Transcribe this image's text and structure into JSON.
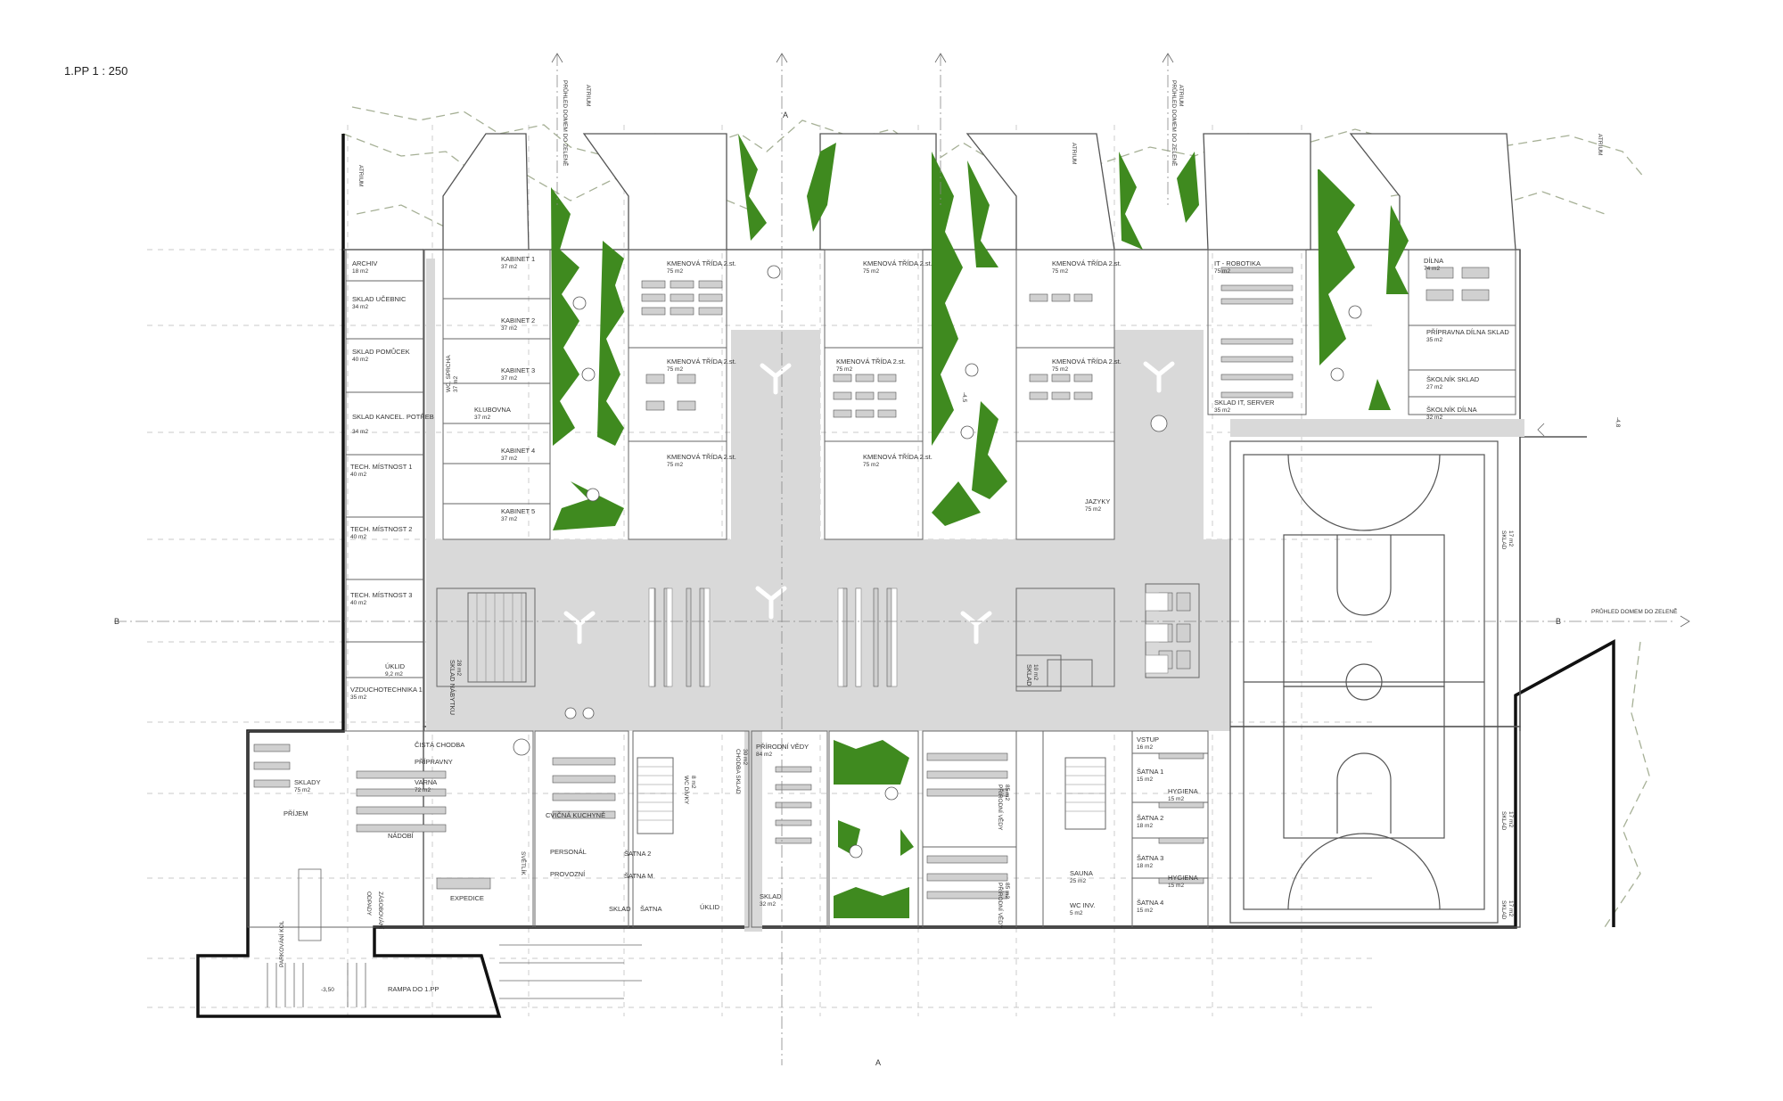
{
  "title": "1.PP 1 : 250",
  "sections": {
    "a_mark": "A",
    "b_mark": "B",
    "view_right": "PRŮHLED DOMEM DO ZELENĚ",
    "view_top_1": "PRŮHLED DOMEM DO ZELENĚ",
    "view_top_2": "PRŮHLED DOMEM DO ZELENĚ",
    "level_right": "-4,8",
    "level_ramp": "-3,50",
    "level_mid": "-4,5"
  },
  "colors": {
    "green": "#3f8a1f",
    "corridor": "#d9d9d9",
    "wall": "#111111",
    "line": "#777777",
    "dash": "#9aa58a"
  },
  "rooms": [
    {
      "name": "ARCHIV",
      "area": "18 m2"
    },
    {
      "name": "SKLAD UČEBNIC",
      "area": "34 m2"
    },
    {
      "name": "SKLAD POMŮCEK",
      "area": "40 m2"
    },
    {
      "name": "SKLAD KANCEL. POTŘEB",
      "area": "34 m2"
    },
    {
      "name": "TECH. MÍSTNOST 1",
      "area": "40 m2"
    },
    {
      "name": "TECH. MÍSTNOST 2",
      "area": "40 m2"
    },
    {
      "name": "TECH. MÍSTNOST 3",
      "area": "40 m2"
    },
    {
      "name": "ÚKLID",
      "area": "9,2 m2"
    },
    {
      "name": "VZDUCHOTECHNIKA 1",
      "area": "35 m2"
    },
    {
      "name": "KABINET 1",
      "area": "37 m2"
    },
    {
      "name": "KABINET 2",
      "area": "37 m2"
    },
    {
      "name": "KABINET 3",
      "area": "37 m2"
    },
    {
      "name": "KLUBOVNA",
      "area": "37 m2"
    },
    {
      "name": "KABINET 4",
      "area": "37 m2"
    },
    {
      "name": "KABINET 5",
      "area": "37 m2"
    },
    {
      "name": "WC, SPRCHA",
      "area": "37 m2"
    },
    {
      "name": "KMENOVÁ TŘÍDA 2.st.",
      "area": "75 m2"
    },
    {
      "name": "KMENOVÁ TŘÍDA 2.st.",
      "area": "75 m2"
    },
    {
      "name": "KMENOVÁ TŘÍDA 2.st.",
      "area": "75 m2"
    },
    {
      "name": "KMENOVÁ TŘÍDA 2.st.",
      "area": "75 m2"
    },
    {
      "name": "KMENOVÁ TŘÍDA 2.st.",
      "area": "75 m2"
    },
    {
      "name": "KMENOVÁ TŘÍDA 2.st.",
      "area": "75 m2"
    },
    {
      "name": "KMENOVÁ TŘÍDA 2.st.",
      "area": "75 m2"
    },
    {
      "name": "KMENOVÁ TŘÍDA 2.st.",
      "area": "75 m2"
    },
    {
      "name": "JAZYKY",
      "area": "75 m2"
    },
    {
      "name": "IT - ROBOTIKA",
      "area": "75 m2"
    },
    {
      "name": "SKLAD IT, SERVER",
      "area": "35 m2"
    },
    {
      "name": "DÍLNA",
      "area": "74 m2"
    },
    {
      "name": "PŘÍPRAVNA DÍLNA SKLAD",
      "area": "35 m2"
    },
    {
      "name": "ŠKOLNÍK SKLAD",
      "area": "27 m2"
    },
    {
      "name": "ŠKOLNÍK DÍLNA",
      "area": "32 m2"
    },
    {
      "name": "SKLAD NÁBYTKU",
      "area": "28 m2"
    },
    {
      "name": "SKLAD",
      "area": "10 m2"
    },
    {
      "name": "ČISTÁ CHODBA",
      "area": ""
    },
    {
      "name": "PŘÍPRAVNY",
      "area": ""
    },
    {
      "name": "VARNA",
      "area": "72 m2"
    },
    {
      "name": "SKLADY",
      "area": "75 m2"
    },
    {
      "name": "PŘÍJEM",
      "area": ""
    },
    {
      "name": "NÁDOBÍ",
      "area": ""
    },
    {
      "name": "CVIČNÁ KUCHYNĚ",
      "area": ""
    },
    {
      "name": "SVĚTLÍK",
      "area": ""
    },
    {
      "name": "PERSONÁL",
      "area": ""
    },
    {
      "name": "PROVOZNÍ",
      "area": ""
    },
    {
      "name": "ODPADY",
      "area": ""
    },
    {
      "name": "EXPEDICE",
      "area": ""
    },
    {
      "name": "ŠATNA 2",
      "area": ""
    },
    {
      "name": "ŠATNA M",
      "area": ""
    },
    {
      "name": "SKLAD",
      "area": ""
    },
    {
      "name": "ŠATNA",
      "area": ""
    },
    {
      "name": "WC DÍVKY",
      "area": "8 m2"
    },
    {
      "name": "ÚKLID",
      "area": ""
    },
    {
      "name": "CHODBA SKLAD",
      "area": "30 m2"
    },
    {
      "name": "PŘÍRODNÍ VĚDY",
      "area": "84 m2"
    },
    {
      "name": "SKLAD",
      "area": "32 m2"
    },
    {
      "name": "PŘÍRODNÍ VĚDY",
      "area": "85 m2"
    },
    {
      "name": "PŘÍRODNÍ VĚDY",
      "area": "85 m2"
    },
    {
      "name": "SAUNA",
      "area": "25 m2"
    },
    {
      "name": "WC INV.",
      "area": "5 m2"
    },
    {
      "name": "VSTUP",
      "area": "16 m2"
    },
    {
      "name": "ŠATNA 1",
      "area": "15 m2"
    },
    {
      "name": "HYGIENA",
      "area": "15 m2"
    },
    {
      "name": "ŠATNA 2",
      "area": "18 m2"
    },
    {
      "name": "ŠATNA 3",
      "area": "18 m2"
    },
    {
      "name": "HYGIENA",
      "area": "15 m2"
    },
    {
      "name": "ŠATNA 4",
      "area": "15 m2"
    },
    {
      "name": "SKLAD",
      "area": "17 m2"
    },
    {
      "name": "SKLAD",
      "area": "17 m2"
    },
    {
      "name": "SKLAD",
      "area": "17 m2"
    },
    {
      "name": "RAMPA DO 1.PP",
      "area": ""
    },
    {
      "name": "PARKOVÁNÍ KOL",
      "area": ""
    },
    {
      "name": "ZÁSOBOVÁNÍ",
      "area": ""
    },
    {
      "name": "ATRIUM",
      "area": ""
    },
    {
      "name": "ATRIUM",
      "area": ""
    },
    {
      "name": "ATRIUM",
      "area": ""
    },
    {
      "name": "ATRIUM",
      "area": ""
    },
    {
      "name": "ATRIUM",
      "area": ""
    }
  ]
}
